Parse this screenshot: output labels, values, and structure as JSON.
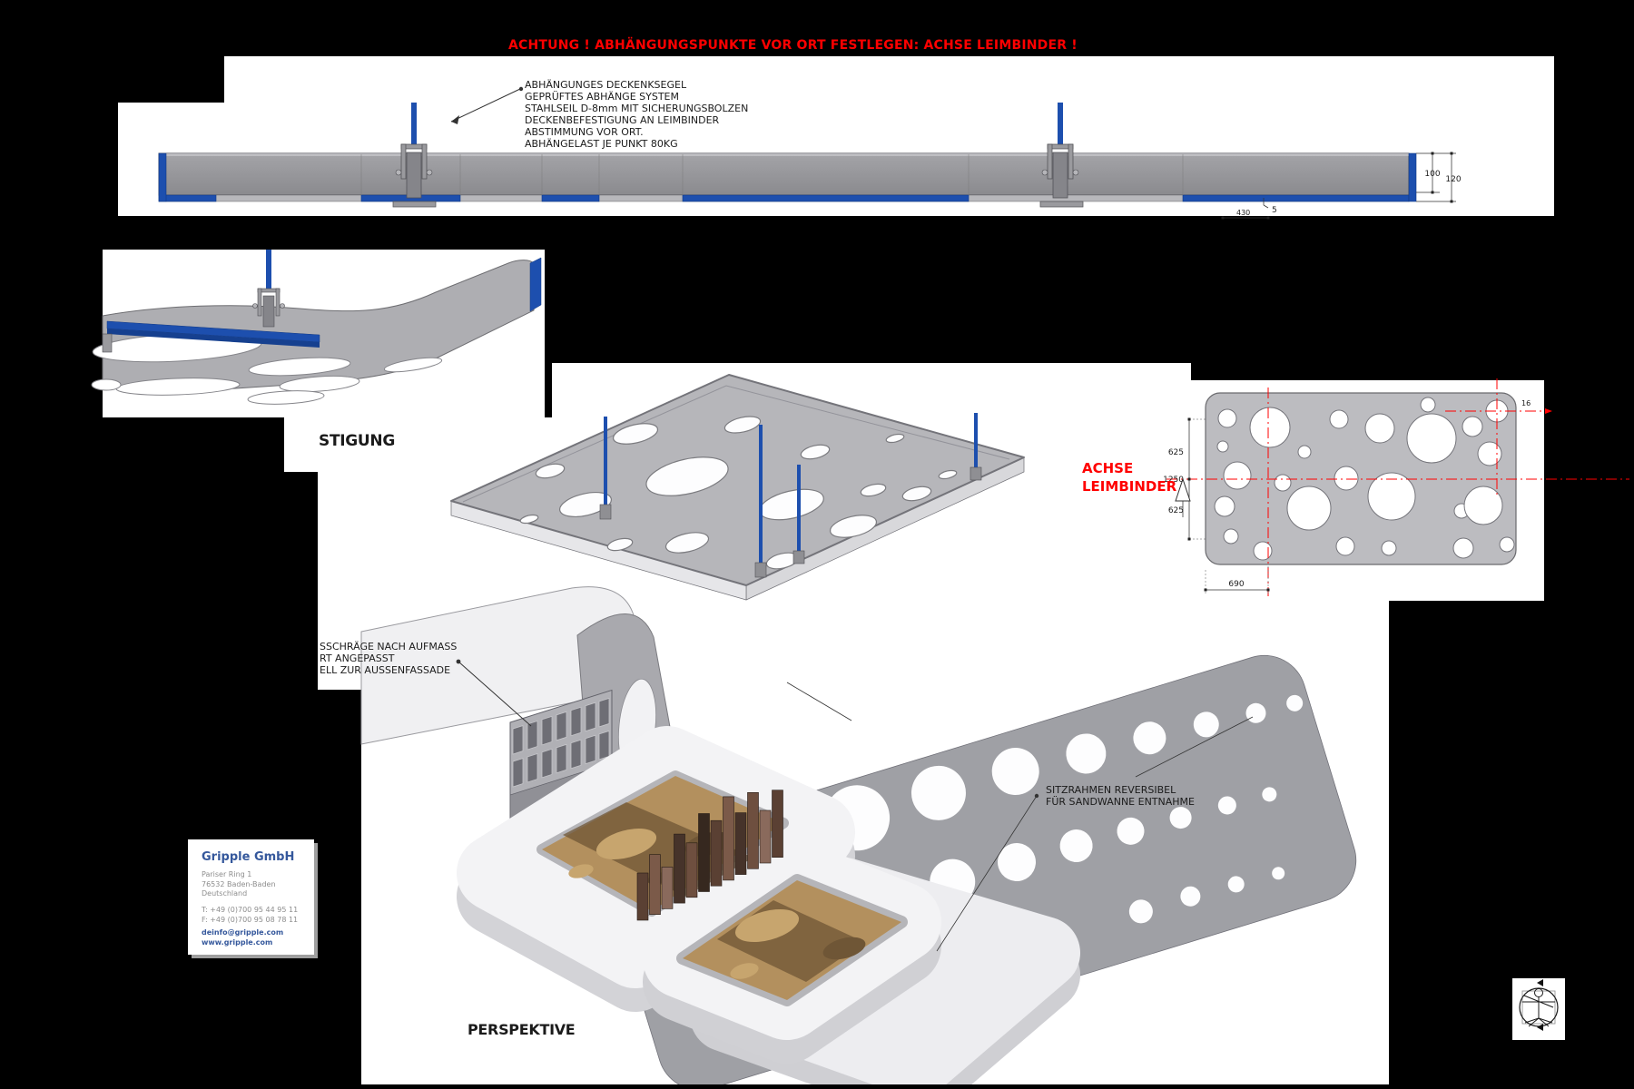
{
  "warning_banner": "ACHTUNG !  ABHÄNGUNGSPUNKTE VOR ORT FESTLEGEN: ACHSE LEIMBINDER !",
  "section_view": {
    "annotation_lines": [
      "ABHÄNGUNGES DECKENKSEGEL",
      "GEPRÜFTES ABHÄNGE SYSTEM",
      "STAHLSEIL D-8mm MIT SICHERUNGSBOLZEN",
      "DECKENBEFESTIGUNG AN LEIMBINDER",
      "ABSTIMMUNG VOR ORT.",
      "ABHÄNGELAST JE PUNKT 80KG"
    ],
    "dim_height_inner": "100",
    "dim_height_outer": "120",
    "dim_gap": "5",
    "dim_panel": "430"
  },
  "detail_view": {
    "label": "STIGUNG"
  },
  "plan_view": {
    "axis_label": [
      "ACHSE",
      "LEIMBINDER"
    ],
    "dim_top": "625",
    "dim_total": "1250",
    "dim_bottom": "625",
    "dim_width": "690",
    "dim_corner": "16"
  },
  "perspective_view": {
    "title": "PERSPEKTIVE",
    "facade_note_lines": [
      "SSCHRÄGE NACH AUFMASS",
      "RT ANGEPASST",
      "ELL ZUR AUSSENFASSADE"
    ],
    "seat_note_lines": [
      "SITZRAHMEN REVERSIBEL",
      "FÜR SANDWANNE ENTNAHME"
    ]
  },
  "company_card": {
    "name": "Gripple GmbH",
    "address": [
      "Pariser Ring 1",
      "76532 Baden-Baden",
      "Deutschland"
    ],
    "phone": "T: +49 (0)700 95 44 95 11",
    "fax": "F: +49 (0)700 95 08 78 11",
    "email": "deinfo@gripple.com",
    "web": "www.gripple.com"
  },
  "colors": {
    "accent_blue": "#1d4fae",
    "warning_red": "#ff0000",
    "drawing_gray": "#b6b6ba",
    "sand_tan": "#b3905e",
    "wood_brown": "#6e4f3f",
    "link_blue": "#35589c"
  }
}
